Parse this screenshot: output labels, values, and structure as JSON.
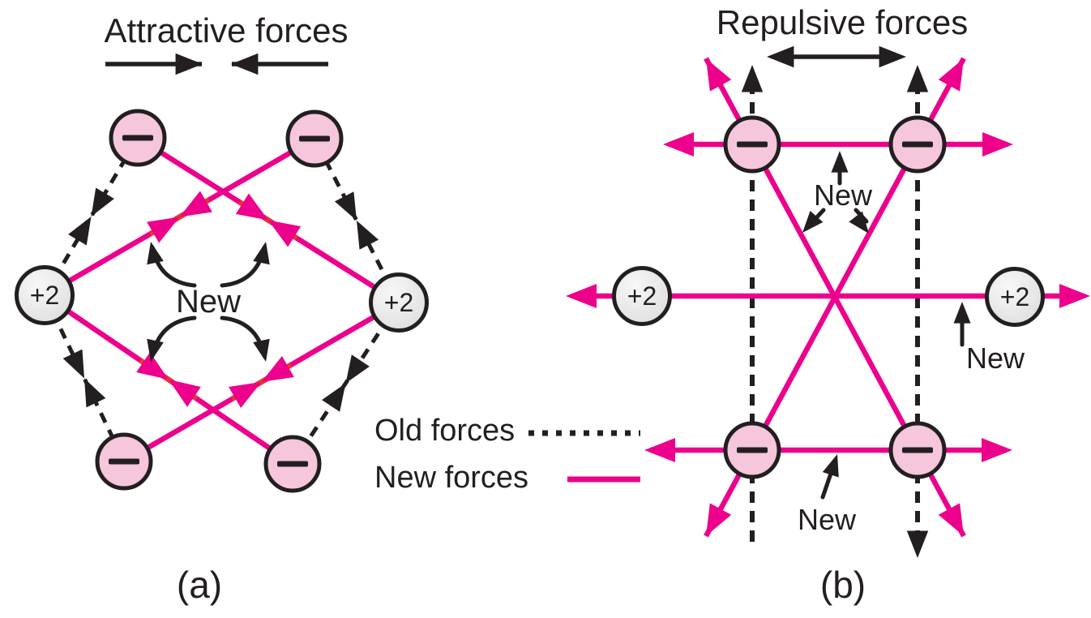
{
  "colors": {
    "new_force": "#EC008C",
    "old_force": "#231F20",
    "text": "#231F20",
    "negative_fill": "#F5C6DC",
    "positive_fill_light": "#F7F7F7",
    "positive_fill_dark": "#DADADA",
    "accent_red": "#E8392B",
    "background": "#FFFFFF"
  },
  "panel_a": {
    "title": "Attractive forces",
    "caption": "(a)",
    "new_label": "New"
  },
  "panel_b": {
    "title": "Repulsive forces",
    "caption": "(b)",
    "new_label": "New"
  },
  "charges": {
    "positive_label": "+2",
    "negative_label": "−"
  },
  "legend": {
    "old_label": "Old forces",
    "new_label": "New forces"
  }
}
